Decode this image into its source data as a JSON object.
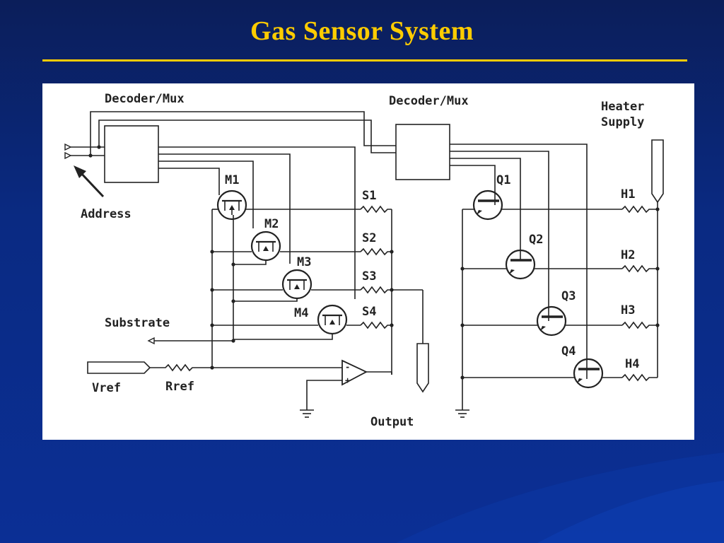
{
  "slide": {
    "title": "Gas Sensor System"
  },
  "diagram": {
    "left_decoder_label": "Decoder/Mux",
    "right_decoder_label": "Decoder/Mux",
    "heater_supply_line1": "Heater",
    "heater_supply_line2": "Supply",
    "address_label": "Address",
    "substrate_label": "Substrate",
    "vref_label": "Vref",
    "rref_label": "Rref",
    "output_label": "Output",
    "mosfets": [
      "M1",
      "M2",
      "M3",
      "M4"
    ],
    "sensors": [
      "S1",
      "S2",
      "S3",
      "S4"
    ],
    "transistors": [
      "Q1",
      "Q2",
      "Q3",
      "Q4"
    ],
    "heaters": [
      "H1",
      "H2",
      "H3",
      "H4"
    ],
    "opamp_inputs": [
      "-",
      "+"
    ]
  }
}
